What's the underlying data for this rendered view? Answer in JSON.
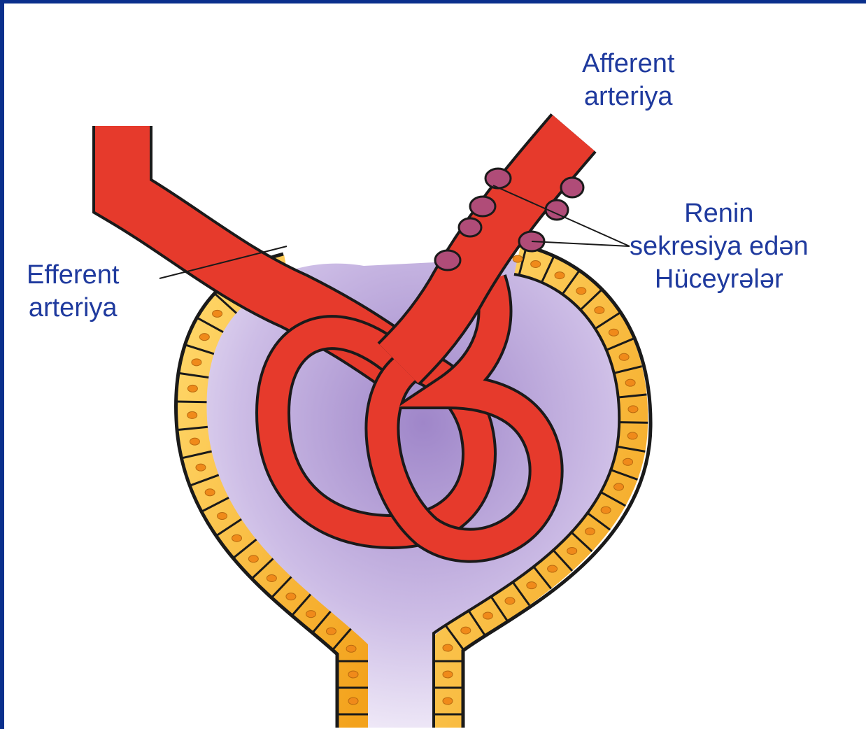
{
  "labels": {
    "afferent": {
      "line1": "Afferent",
      "line2": "arteriya"
    },
    "efferent": {
      "line1": "Efferent",
      "line2": "arteriya"
    },
    "renin": {
      "line1": "Renin",
      "line2": "sekresiya  edən",
      "line3": "Hüceyrələr"
    }
  },
  "colors": {
    "frame": "#0a2f8c",
    "label_text": "#1f3a9e",
    "vessel": "#e63a2c",
    "vessel_outline": "#1a1a1a",
    "capsule_space": "#b89ed6",
    "epithelial_cell": "#f6b52e",
    "renin_cell": "#b04c78"
  }
}
